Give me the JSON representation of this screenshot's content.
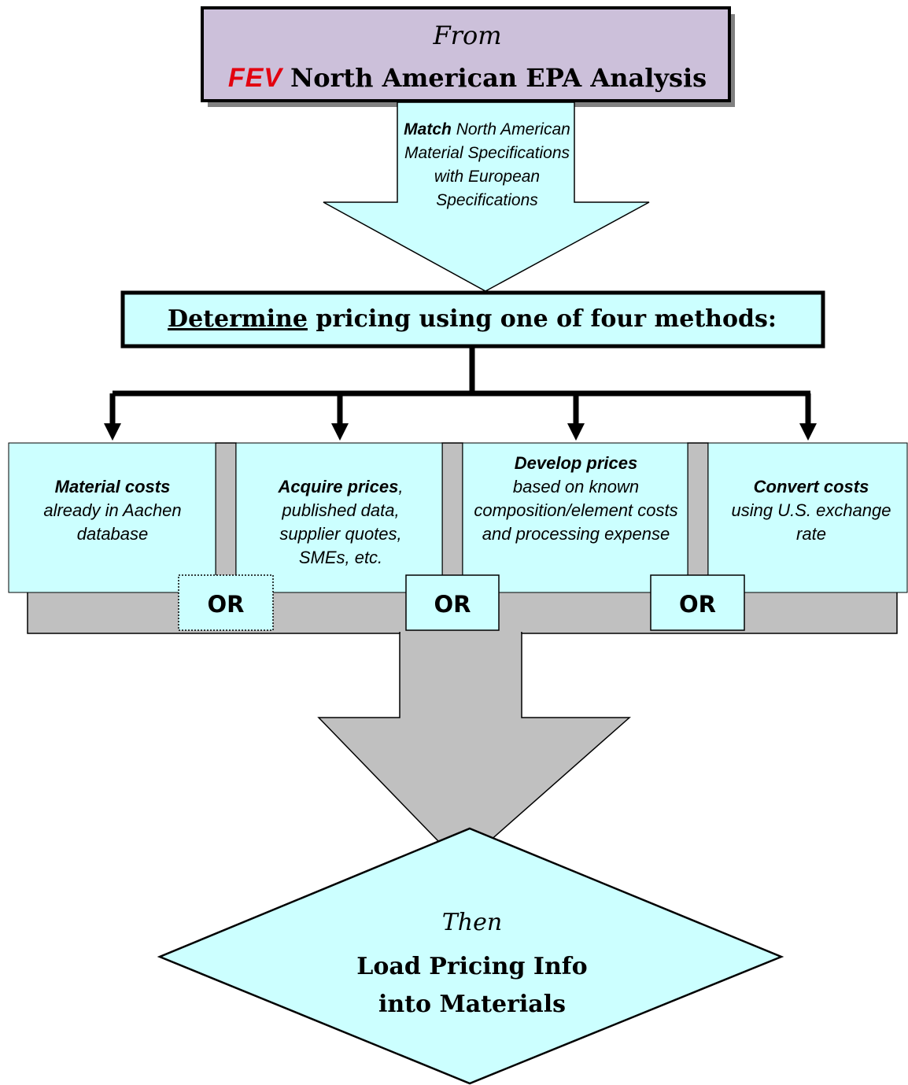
{
  "header": {
    "from_label": "From",
    "brand": "FEV",
    "title": "North American EPA Analysis"
  },
  "match_step": {
    "lead": "Match",
    "text": "North American Material Specifications with European Specifications"
  },
  "determine_step": {
    "underlined": "Determine",
    "rest": "pricing using one of four methods:"
  },
  "methods": [
    {
      "lead": "Material costs",
      "text": "already in Aachen database"
    },
    {
      "lead": "Acquire prices",
      "text": ", published data, supplier quotes, SMEs, etc."
    },
    {
      "lead": "Develop prices",
      "text": "based on known composition/element costs and processing expense"
    },
    {
      "lead": "Convert costs",
      "text": "using U.S. exchange rate"
    }
  ],
  "or_labels": [
    "OR",
    "OR",
    "OR"
  ],
  "result": {
    "then_label": "Then",
    "line1": "Load Pricing Info",
    "line2": "into Materials"
  },
  "colors": {
    "light_cyan": "#ccffff",
    "lavender": "#ccc0da",
    "gray": "#c0c0c0",
    "fev_red": "#e3000f"
  }
}
